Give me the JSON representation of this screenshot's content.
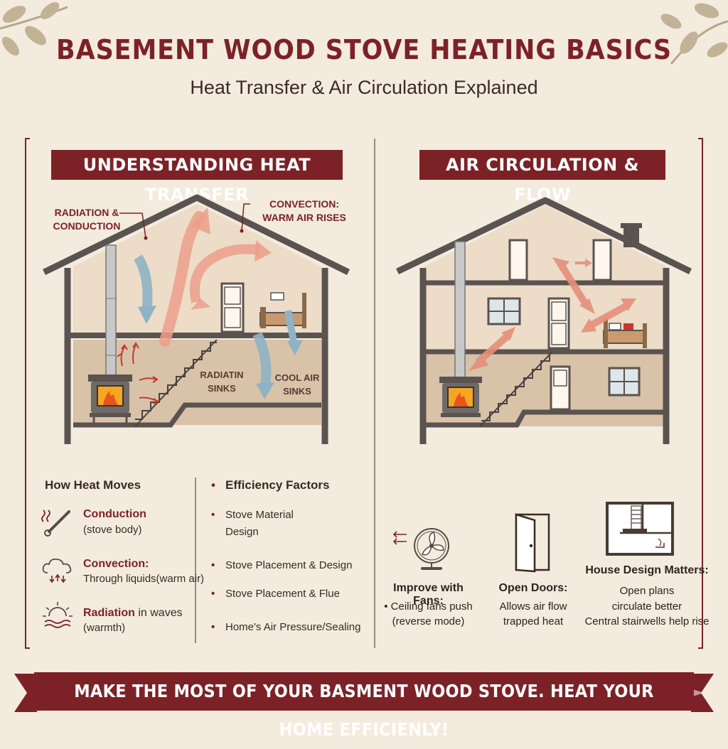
{
  "header": {
    "title": "BASEMENT WOOD STOVE HEATING BASICS",
    "subtitle": "Heat Transfer & Air Circulation Explained"
  },
  "left_panel": {
    "banner": "UNDERSTANDING HEAT TRANSFER",
    "labels": {
      "radiation_conduction": "RADIATION &\nCONDUCTION",
      "convection_rises": "CONVECTION:\nWARM AIR RISES",
      "radiatin_sinks": "RADIATIN\nSINKS",
      "cool_air_sinks": "COOL AIR\nSINKS"
    }
  },
  "right_panel": {
    "banner": "AIR CIRCULATION & FLOW"
  },
  "how_heat_moves": {
    "heading": "How Heat Moves",
    "items": [
      {
        "title": "Conduction",
        "text": "(stove body)",
        "icon": "wrench-icon"
      },
      {
        "title": "Convection:",
        "text": "Through liquids(warm air)",
        "icon": "cloud-icon"
      },
      {
        "title": "Radiation",
        "title_suffix": " in waves",
        "text": "(warmth)",
        "icon": "sun-icon"
      }
    ]
  },
  "efficiency_factors": {
    "heading": "Efficiency Factors",
    "items": [
      "Stove Material\nDesign",
      "Stove Placement & Design",
      "Stove Placement & Flue",
      "Home's Air Pressure/Sealing"
    ]
  },
  "tips": [
    {
      "title": "Improve with Fans:",
      "lines": [
        "•  Ceiling fans push",
        "(reverse mode)"
      ],
      "icon": "fan-icon"
    },
    {
      "title": "Open Doors:",
      "lines": [
        "Allows air flow",
        "trapped heat"
      ],
      "icon": "door-icon"
    },
    {
      "title": "House Design Matters:",
      "lines": [
        "Open plans",
        "circulate better",
        "Central stairwells help rise"
      ],
      "icon": "floorplan-icon"
    }
  ],
  "footer": {
    "text": "MAKE THE MOST OF YOUR BASMENT WOOD STOVE. HEAT YOUR HOME EFFICIENLY!"
  },
  "colors": {
    "accent": "#7c2227",
    "background": "#f3ebde",
    "warm_air": "#e8a08a",
    "cool_air": "#8fb3c4",
    "basement": "#d8c2a8"
  }
}
